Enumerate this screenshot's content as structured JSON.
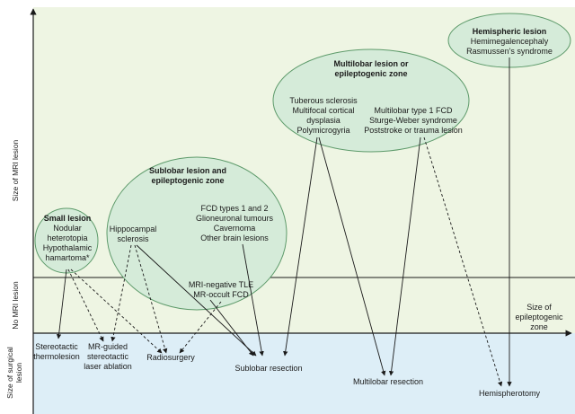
{
  "axes": {
    "y_upper": "Size of MRI lesion",
    "y_middle": "No MRI lesion",
    "y_lower_line1": "Size of surgical",
    "y_lower_line2": "lesion",
    "x_line1": "Size of",
    "x_line2": "epileptogenic",
    "x_line3": "zone"
  },
  "lesions": {
    "small": {
      "title": "Small lesion",
      "lines": [
        "Nodular",
        "heterotopia",
        "Hypothalamic",
        "hamartoma*"
      ]
    },
    "sublobar": {
      "title_line1": "Sublobar lesion and",
      "title_line2": "epileptogenic zone",
      "left_lines": [
        "Hippocampal",
        "sclerosis"
      ],
      "right_lines": [
        "FCD types 1 and 2",
        "Glioneuronal tumours",
        "Cavernoma",
        "Other brain lesions"
      ],
      "negative_lines": [
        "MRI-negative TLE",
        "MR-occult FCD"
      ]
    },
    "multilobar": {
      "title_line1": "Multilobar lesion or",
      "title_line2": "epileptogenic zone",
      "left_lines": [
        "Tuberous sclerosis",
        "Multifocal cortical",
        "dysplasia",
        "Polymicrogyria"
      ],
      "right_lines": [
        "Multilobar type 1 FCD",
        "Sturge-Weber syndrome",
        "Poststroke or trauma lesion"
      ]
    },
    "hemispheric": {
      "title": "Hemispheric lesion",
      "lines": [
        "Hemimegalencephaly",
        "Rasmussen's syndrome"
      ]
    }
  },
  "surgeries": {
    "thermolesion": [
      "Stereotactic",
      "thermolesion"
    ],
    "laser": [
      "MR-guided",
      "stereotactic",
      "laser ablation"
    ],
    "radiosurgery": "Radiosurgery",
    "sublobar": "Sublobar resection",
    "multilobar": "Multilobar resection",
    "hemispherotomy": "Hemispherotomy"
  },
  "colors": {
    "upper_bg": "#eef5e3",
    "lower_bg": "#ddeef7",
    "ellipse_fill": "#d5ebd9",
    "ellipse_stroke": "#5d9a6a",
    "line": "#1a1a1a"
  }
}
